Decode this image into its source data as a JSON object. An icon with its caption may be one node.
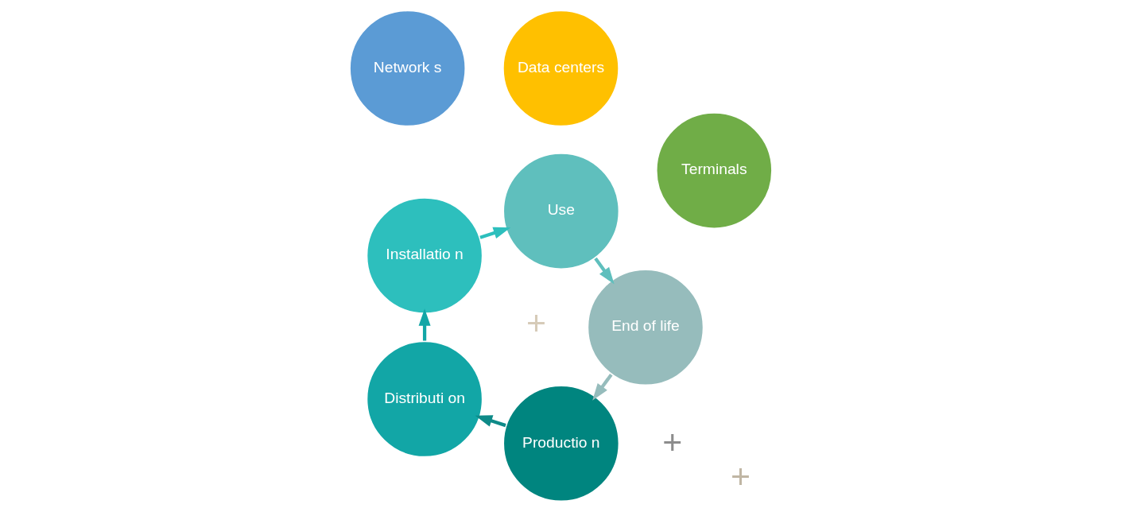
{
  "diagram": {
    "nodes": [
      {
        "text": [
          "Productio n"
        ]
      },
      {
        "text": [
          "Distributi on"
        ]
      },
      {
        "text": [
          "Installatio n"
        ]
      },
      {
        "text": [
          "Use"
        ]
      },
      {
        "text": [
          "End of life"
        ]
      },
      {
        "text": [
          "Terminals"
        ]
      },
      {
        "text": [
          "Data centers"
        ]
      },
      {
        "text": [
          "Network s"
        ]
      }
    ],
    "edges": [
      {
        "from": 0,
        "to": 1,
        "arrow": "to",
        "color": "#0e8a88"
      },
      {
        "from": 1,
        "to": 2,
        "arrow": "to",
        "color": "#12a6a6"
      },
      {
        "from": 2,
        "to": 3,
        "arrow": "to",
        "color": "#2dbfbd"
      },
      {
        "from": 3,
        "to": 4,
        "arrow": "to",
        "color": "#5fbfbd"
      },
      {
        "from": 4,
        "to": 0,
        "arrow": "to",
        "color": "#96bcbc"
      }
    ],
    "labels": [
      "+",
      "+",
      "+"
    ]
  }
}
